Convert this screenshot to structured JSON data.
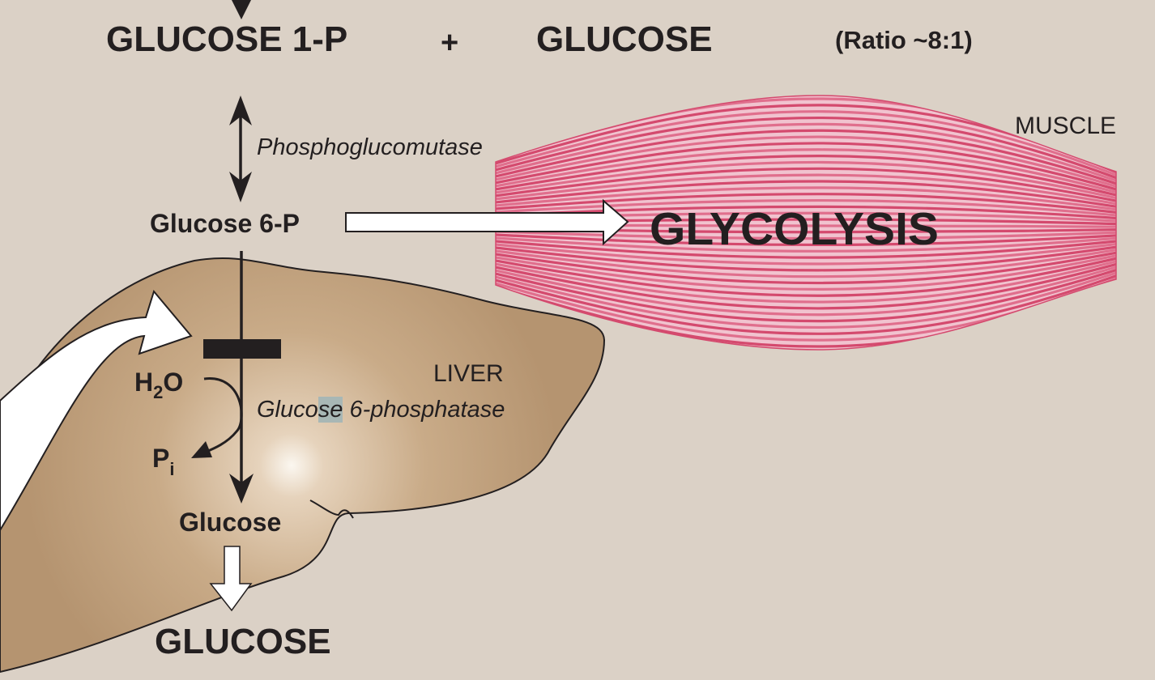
{
  "header": {
    "left_product": "GLUCOSE 1-P",
    "plus": "+",
    "right_product": "GLUCOSE",
    "ratio": "(Ratio ~8:1)"
  },
  "enzymes": {
    "mutase": "Phosphoglucomutase",
    "phosphatase_pre": "Gluco",
    "phosphatase_hl": "se",
    "phosphatase_post": " 6-phosphatase"
  },
  "metabolites": {
    "g6p": "Glucose 6-P",
    "water_h": "H",
    "water_sub": "2",
    "water_o": "O",
    "pi_p": "P",
    "pi_sub": "i",
    "glucose": "Glucose",
    "blood_glucose": "GLUCOSE"
  },
  "organs": {
    "muscle": "MUSCLE",
    "liver": "LIVER"
  },
  "pathway": {
    "glycolysis": "GLYCOLYSIS"
  },
  "colors": {
    "background": "#dbd1c6",
    "liver": "#b89870",
    "muscle_fiber": "#d44a6e",
    "ink": "#231f20"
  }
}
